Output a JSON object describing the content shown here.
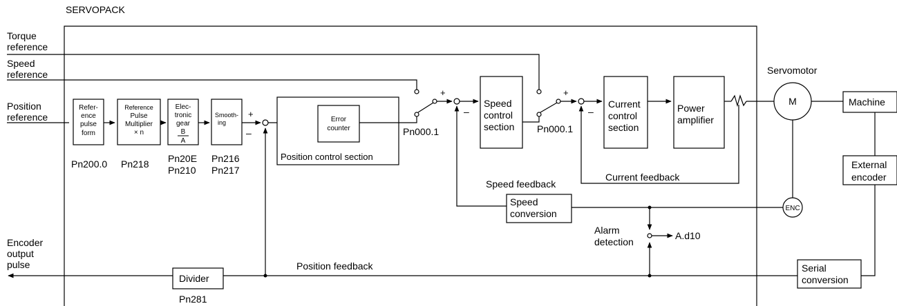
{
  "servopack_label": "SERVOPACK",
  "inputs": {
    "torque_reference": [
      "Torque",
      "reference"
    ],
    "speed_reference": [
      "Speed",
      "reference"
    ],
    "position_reference": [
      "Position",
      "reference"
    ]
  },
  "blocks": {
    "reference_pulse_form": [
      "Refer-",
      "ence",
      "pulse",
      "form"
    ],
    "reference_pulse_multiplier": [
      "Reference",
      "Pulse",
      "Multiplier",
      "× n"
    ],
    "electronic_gear": [
      "Elec-",
      "tronic",
      "gear"
    ],
    "electronic_gear_fraction": {
      "numerator": "B",
      "denominator": "A"
    },
    "smoothing": [
      "Smooth-",
      "ing"
    ],
    "error_counter": [
      "Error",
      "counter"
    ],
    "position_control_section": "Position control section",
    "speed_control_section": [
      "Speed",
      "control",
      "section"
    ],
    "current_control_section": [
      "Current",
      "control",
      "section"
    ],
    "power_amplifier": [
      "Power",
      "amplifier"
    ],
    "speed_conversion": [
      "Speed",
      "conversion"
    ],
    "divider": "Divider",
    "serial_conversion": [
      "Serial",
      "conversion"
    ],
    "machine": "Machine",
    "external_encoder": [
      "External",
      "encoder"
    ]
  },
  "parameters": {
    "pn200": "Pn200.0",
    "pn218": "Pn218",
    "pn20e_pn210": [
      "Pn20E",
      "Pn210"
    ],
    "pn216_pn217": [
      "Pn216",
      "Pn217"
    ],
    "pn000_1_speed": "Pn000.1",
    "pn000_1_torque": "Pn000.1",
    "pn281": "Pn281"
  },
  "signals": {
    "speed_feedback": "Speed feedback",
    "current_feedback": "Current feedback",
    "position_feedback": "Position feedback",
    "alarm_detection": [
      "Alarm",
      "detection"
    ],
    "alarm_code": "A.d10",
    "encoder_output_pulse": [
      "Encoder",
      "output",
      "pulse"
    ]
  },
  "motor": {
    "label": "Servomotor",
    "symbol": "M",
    "encoder": "ENC"
  },
  "signs": {
    "plus": "+",
    "minus": "–"
  }
}
